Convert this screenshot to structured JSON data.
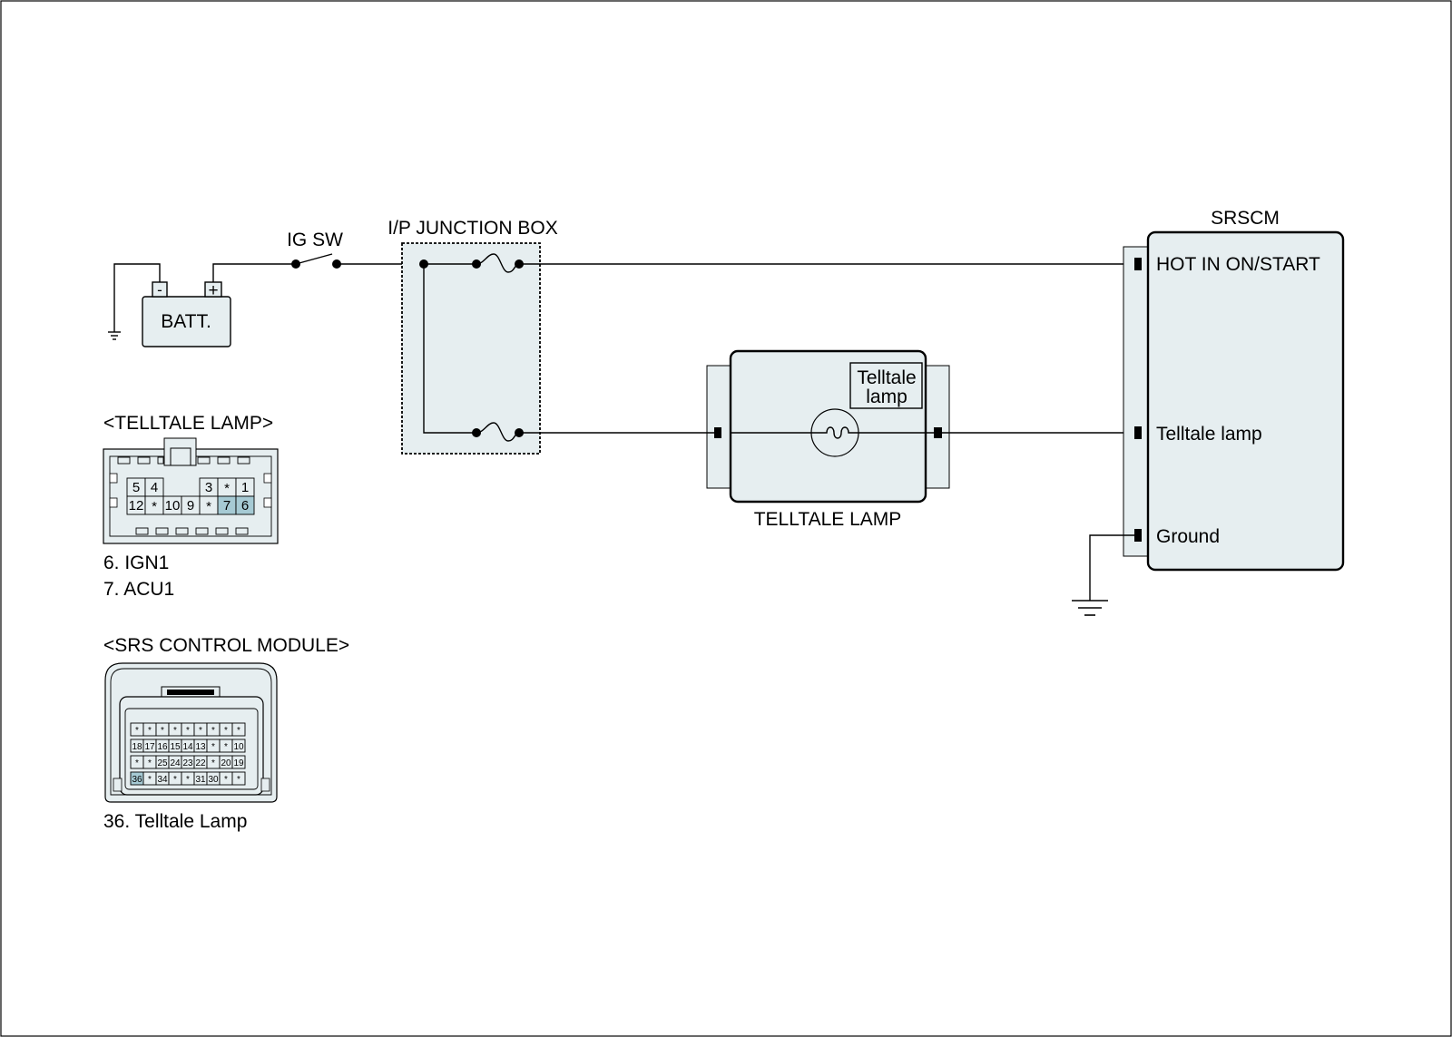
{
  "labels": {
    "ig_sw": "IG SW",
    "junction_box": "I/P JUNCTION BOX",
    "battery": "BATT.",
    "battery_neg": "-",
    "battery_pos": "+",
    "srscm": "SRSCM",
    "srscm_pin_hot": "HOT IN ON/START",
    "srscm_pin_telltale": "Telltale lamp",
    "srscm_pin_ground": "Ground",
    "telltale_lamp_unit": "TELLTALE LAMP",
    "telltale_inner_line1": "Telltale",
    "telltale_inner_line2": "lamp"
  },
  "telltale_connector": {
    "title": "<TELLTALE LAMP>",
    "row1": [
      "5",
      "4",
      "",
      "3",
      "*",
      "1"
    ],
    "row2": [
      "12",
      "*",
      "10",
      "9",
      "*",
      "7",
      "6"
    ],
    "highlighted": [
      "7",
      "6"
    ],
    "pin_notes": [
      "6. IGN1",
      "7. ACU1"
    ]
  },
  "srs_connector": {
    "title": "<SRS CONTROL MODULE>",
    "rows": [
      [
        "*",
        "*",
        "*",
        "*",
        "*",
        "*",
        "*",
        "*",
        "*"
      ],
      [
        "18",
        "17",
        "16",
        "15",
        "14",
        "13",
        "*",
        "*",
        "10"
      ],
      [
        "*",
        "*",
        "25",
        "24",
        "23",
        "22",
        "*",
        "20",
        "19"
      ],
      [
        "36",
        "*",
        "34",
        "*",
        "*",
        "31",
        "30",
        "*",
        "*"
      ]
    ],
    "highlighted": [
      "36"
    ],
    "pin_notes": [
      "36. Telltale Lamp"
    ]
  }
}
